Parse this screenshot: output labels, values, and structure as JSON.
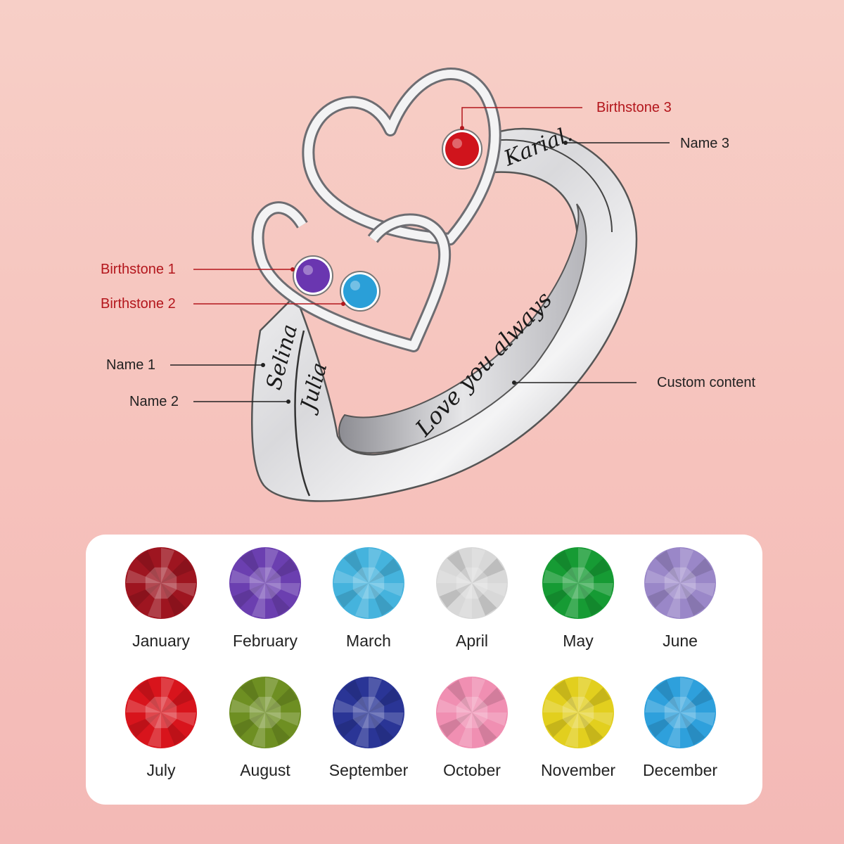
{
  "callouts": {
    "birthstone_3": "Birthstone 3",
    "name_3": "Name 3",
    "birthstone_1": "Birthstone 1",
    "birthstone_2": "Birthstone 2",
    "name_1": "Name 1",
    "name_2": "Name 2",
    "custom_content": "Custom content"
  },
  "engravings": {
    "name_1": "Selina",
    "name_2": "Julia",
    "name_3": "Karial.",
    "custom": "Love you always"
  },
  "ring_stones": {
    "birthstone_1_color": "#6a36b0",
    "birthstone_2_color": "#2a9fd8",
    "birthstone_3_color": "#d0141c"
  },
  "colors": {
    "accent_red": "#b3161c",
    "leader_dark": "#222222"
  },
  "birthstones": [
    {
      "month": "January",
      "color": "#9e1520"
    },
    {
      "month": "February",
      "color": "#6b3fb0"
    },
    {
      "month": "March",
      "color": "#45b3dd"
    },
    {
      "month": "April",
      "color": "#d8d8d8"
    },
    {
      "month": "May",
      "color": "#169b34"
    },
    {
      "month": "June",
      "color": "#9a87c8"
    },
    {
      "month": "July",
      "color": "#d8141c"
    },
    {
      "month": "August",
      "color": "#6e8f22"
    },
    {
      "month": "September",
      "color": "#2a3596"
    },
    {
      "month": "October",
      "color": "#f08fb2"
    },
    {
      "month": "November",
      "color": "#e2cf1e"
    },
    {
      "month": "December",
      "color": "#2ea0dc"
    }
  ]
}
